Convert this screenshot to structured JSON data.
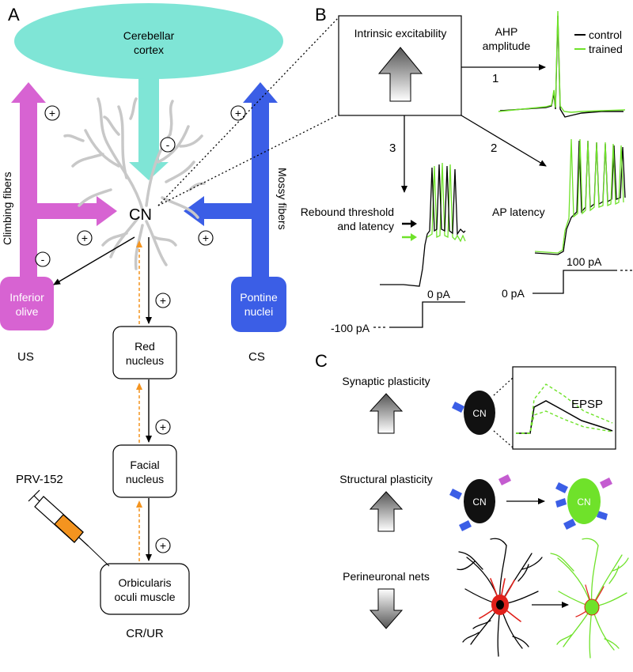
{
  "colors": {
    "cortex": "#7fe5d6",
    "climbing": "#d763d2",
    "mossy": "#3b5ee6",
    "orange": "#f4941f",
    "neuron": "#c8c8c8",
    "green": "#6fe22a",
    "red": "#e0201a"
  },
  "panel_a": {
    "letter": "A",
    "cortex_line1": "Cerebellar",
    "cortex_line2": "cortex",
    "cn_label": "CN",
    "climbing_label": "Climbing fibers",
    "mossy_label": "Mossy fibers",
    "olive_line1": "Inferior",
    "olive_line2": "olive",
    "pontine_line1": "Pontine",
    "pontine_line2": "nuclei",
    "us_label": "US",
    "cs_label": "CS",
    "red_line1": "Red",
    "red_line2": "nucleus",
    "facial_line1": "Facial",
    "facial_line2": "nucleus",
    "muscle_line1": "Orbicularis",
    "muscle_line2": "oculi muscle",
    "crur_label": "CR/UR",
    "virus_label": "PRV-152",
    "plus": "+",
    "minus": "-"
  },
  "panel_b": {
    "letter": "B",
    "box_label": "Intrinsic excitability",
    "step1": "1",
    "step2": "2",
    "step3": "3",
    "ahp_line1": "AHP",
    "ahp_line2": "amplitude",
    "legend_control": "control",
    "legend_trained": "trained",
    "ap_latency": "AP latency",
    "rebound_line1": "Rebound threshold",
    "rebound_line2": "and latency",
    "zero_pa": "0 pA",
    "minus100_pa": "-100 pA",
    "hundred_pa": "100 pA"
  },
  "panel_c": {
    "letter": "C",
    "synaptic": "Synaptic plasticity",
    "structural": "Structural plasticity",
    "perineuronal": "Perineuronal nets",
    "cn": "CN",
    "epsp": "EPSP"
  }
}
